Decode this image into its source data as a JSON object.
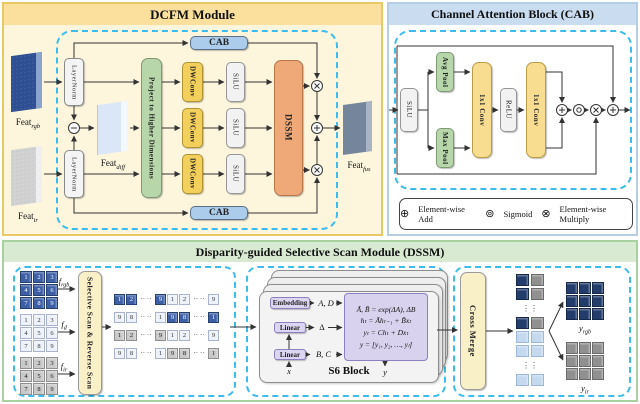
{
  "dcfm": {
    "title": "DCFM Module",
    "cab_top": "CAB",
    "cab_bottom": "CAB",
    "layernorm_top": "LayerNorm",
    "layernorm_bottom": "LayerNorm",
    "project": "Project to Higher Dimensions",
    "dwconv_1": "DWConv",
    "dwconv_2": "DWConv",
    "dwconv_3": "DWConv",
    "silu_1": "SiLU",
    "silu_2": "SiLU",
    "silu_3": "SiLU",
    "dssm_block": "DSSM",
    "feat_rgb": {
      "base": "Feat",
      "sub": "rgb"
    },
    "feat_ir": {
      "base": "Feat",
      "sub": "ir"
    },
    "feat_diff": {
      "base": "Feat",
      "sub": "diff"
    },
    "feat_fus": {
      "base": "Feat",
      "sub": "fus"
    }
  },
  "cab": {
    "title": "Channel Attention Block (CAB)",
    "silu": "SiLU",
    "avg_pool": "Avg Pool",
    "max_pool": "Max Pool",
    "conv_1": "1x1 Conv",
    "relu": "ReLU",
    "conv_2": "1x1 Conv",
    "legend": [
      {
        "symbol": "⊕",
        "label": "Element-wise Add"
      },
      {
        "symbol": "⊚",
        "label": "Sigmoid"
      },
      {
        "symbol": "⊗",
        "label": "Element-wise Multiply"
      }
    ]
  },
  "dssm": {
    "title": "Disparity-guided Selective Scan Module (DSSM)",
    "scan_block": "Selective Scan & Reverse Scan",
    "cross_merge": "Cross Merge",
    "inputs": {
      "f_rgb": {
        "label": {
          "base": "f",
          "sub": "rgb"
        },
        "color": "rgb",
        "cells": [
          "1",
          "2",
          "3",
          "4",
          "5",
          "6",
          "7",
          "8",
          "9"
        ]
      },
      "f_d": {
        "label": {
          "base": "f",
          "sub": "d"
        },
        "color": "d",
        "cells": [
          "1",
          "2",
          "3",
          "4",
          "5",
          "6",
          "7",
          "8",
          "9"
        ]
      },
      "f_ir": {
        "label": {
          "base": "f",
          "sub": "ir"
        },
        "color": "ir",
        "cells": [
          "1",
          "2",
          "3",
          "4",
          "5",
          "6",
          "7",
          "8",
          "9"
        ]
      }
    },
    "outputs": {
      "y_rgb": {
        "label": {
          "base": "y",
          "sub": "rgb"
        },
        "color": "navy"
      },
      "y_ir": {
        "label": {
          "base": "y",
          "sub": "ir"
        },
        "color": "gray"
      }
    },
    "scan_rows": [
      {
        "cells": [
          {
            "n": "1",
            "c": "rgb"
          },
          {
            "n": "2",
            "c": "rgb"
          },
          {
            "d": 1
          },
          {
            "n": "9",
            "c": "rgb"
          },
          {
            "n": "1",
            "c": "d"
          },
          {
            "n": "2",
            "c": "d"
          },
          {
            "d": 1
          },
          {
            "n": "9",
            "c": "d"
          }
        ]
      },
      {
        "cells": [
          {
            "n": "9",
            "c": "d"
          },
          {
            "n": "8",
            "c": "d"
          },
          {
            "d": 1
          },
          {
            "n": "1",
            "c": "d"
          },
          {
            "n": "9",
            "c": "rgb"
          },
          {
            "n": "8",
            "c": "rgb"
          },
          {
            "d": 1
          },
          {
            "n": "1",
            "c": "rgb"
          }
        ]
      },
      {
        "cells": [
          {
            "n": "1",
            "c": "ir"
          },
          {
            "n": "2",
            "c": "ir"
          },
          {
            "d": 1
          },
          {
            "n": "9",
            "c": "ir"
          },
          {
            "n": "1",
            "c": "d"
          },
          {
            "n": "2",
            "c": "d"
          },
          {
            "d": 1
          },
          {
            "n": "9",
            "c": "d"
          }
        ]
      },
      {
        "cells": [
          {
            "n": "9",
            "c": "d"
          },
          {
            "n": "8",
            "c": "d"
          },
          {
            "d": 1
          },
          {
            "n": "1",
            "c": "d"
          },
          {
            "n": "9",
            "c": "ir"
          },
          {
            "n": "8",
            "c": "ir"
          },
          {
            "d": 1
          },
          {
            "n": "1",
            "c": "ir"
          }
        ]
      }
    ],
    "s6": {
      "embedding": "Embedding",
      "linear_1": "Linear",
      "linear_2": "Linear",
      "out_ad": "A, D",
      "out_delta": "Δ",
      "out_bc": "B, C",
      "x_label": "x",
      "y_label": "y",
      "block_label": "S6 Block",
      "equations": [
        "Ā, B̄ = exp(ΔA), ΔB",
        "hₜ = Āhₜ₋₁ + B̄xₜ",
        "yₜ = Chₜ + Dxₜ",
        "y = [y₁, y₂, …, yₗ]"
      ]
    },
    "pair_rows": [
      {
        "p": [
          "navy",
          "gray"
        ]
      },
      {
        "p": [
          "navy",
          "gray"
        ]
      },
      {
        "d": 1
      },
      {
        "p": [
          "navy",
          "gray"
        ]
      },
      {
        "p": [
          "lb",
          "lb"
        ]
      },
      {
        "p": [
          "lb",
          "lb"
        ]
      },
      {
        "d": 1
      },
      {
        "p": [
          "lb",
          "lb"
        ]
      }
    ]
  },
  "colors": {
    "dcfm_header": "#fbdf9c",
    "dcfm_border": "#eac863",
    "dcfm_bg": "#fdf6dd",
    "cab_header": "#c9dcf0",
    "cab_border": "#b6cde6",
    "dssm_header": "#d8ead2",
    "dssm_border": "#a8d0a0",
    "dashed_border": "#3bbcec",
    "block_blue": "#abcdeb",
    "block_green": "#b7d7aa",
    "block_yellow": "#f3cf5c",
    "block_orange": "#efa878",
    "block_cream": "#faf0c8",
    "block_lavender": "#ddd6f2",
    "cube_rgb": "#3d5fa6",
    "cube_d": "#edf1fa",
    "cube_ir": "#c9c9c9",
    "cube_navy": "#223c6b",
    "cube_gray": "#909090",
    "cube_lightblue": "#c4d8ee"
  }
}
